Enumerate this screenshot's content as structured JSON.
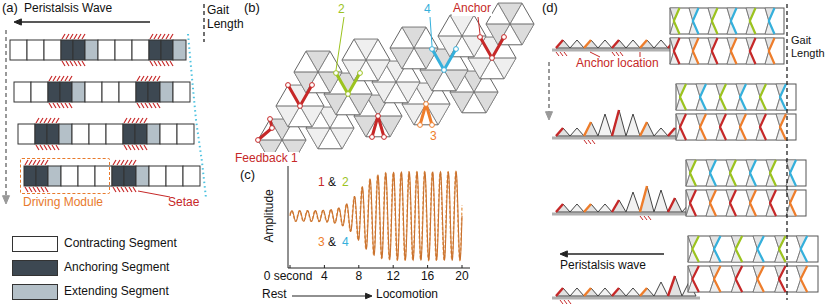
{
  "diagram": {
    "nodes": [
      {
        "text": [
          "Driving Module"
        ]
      }
    ],
    "labels": [
      "(a)",
      "Peristalsis Wave",
      "Gait Length",
      "Setae",
      "(b)",
      "2",
      "4",
      "Anchor",
      "Feedback 1",
      "3",
      "(c)",
      "1",
      "&",
      "2",
      "3",
      "&",
      "4",
      "Amplitude",
      "0 second",
      "4",
      "8",
      "12",
      "16",
      "20",
      "Rest",
      "Locomotion",
      "(d)",
      "Anchor location",
      "Gait Length",
      "Peristalsis wave"
    ],
    "legend": [
      {
        "text": "Contracting Segment",
        "color": "#ffffff"
      },
      {
        "text": "Anchoring Segment",
        "color": "#3d4852"
      },
      {
        "text": "Extending Segment",
        "color": "#b4c0c8"
      }
    ]
  }
}
